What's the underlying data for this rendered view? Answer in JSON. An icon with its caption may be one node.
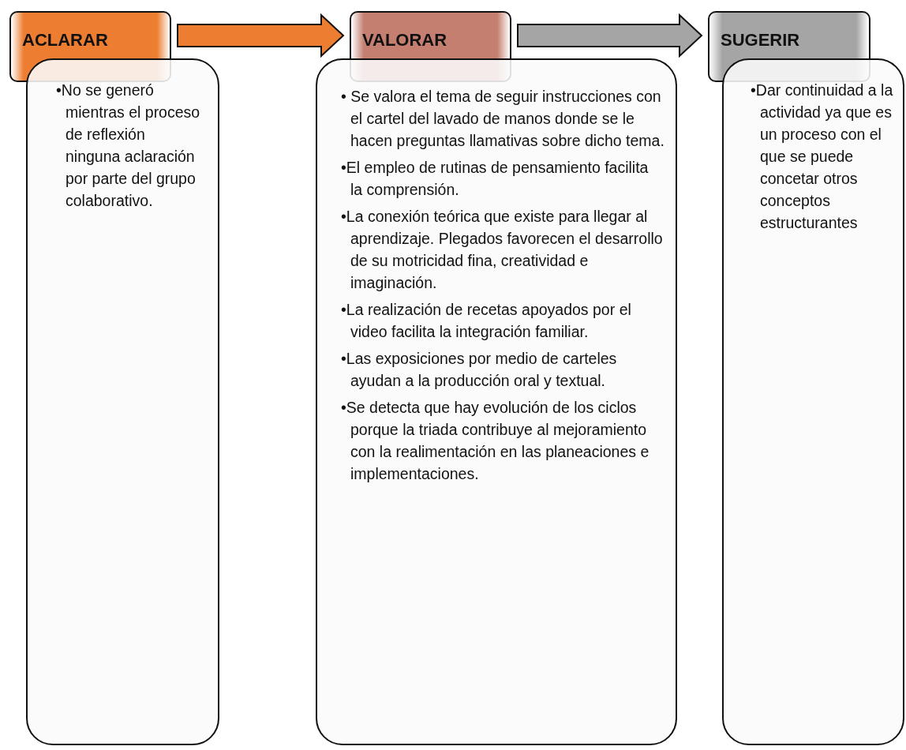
{
  "diagram": {
    "nodes": [
      {
        "text": [
          "ACLARAR"
        ]
      },
      {
        "text": [
          "•No se generó mientras el proceso de reflexión ninguna aclaración por parte del grupo colaborativo."
        ]
      },
      {
        "text": [
          "VALORAR"
        ]
      },
      {
        "text": [
          "• Se valora el tema de seguir instrucciones con el cartel del lavado de manos donde se le hacen preguntas llamativas sobre dicho tema.",
          "•El empleo de rutinas de pensamiento facilita la comprensión.",
          "•La conexión teórica que existe para llegar al aprendizaje. Plegados favorecen el desarrollo de su motricidad fina, creatividad e imaginación.",
          "•La realización de recetas apoyados por el video facilita la integración familiar.",
          "•Las exposiciones por medio de carteles ayudan a la producción oral y textual.",
          "•Se detecta que hay evolución de los ciclos porque la triada contribuye al mejoramiento con la realimentación en las planeaciones e implementaciones."
        ]
      },
      {
        "text": [
          "SUGERIR"
        ]
      },
      {
        "text": [
          "•Dar continuidad a la actividad ya que es un proceso con el que se puede concetar otros conceptos estructurantes"
        ]
      }
    ],
    "edges": [
      {
        "from": 0,
        "to": 2,
        "arrow": "to",
        "style": "thick",
        "color": "#ed7d31"
      },
      {
        "from": 2,
        "to": 4,
        "arrow": "to",
        "style": "thick",
        "color": "#a5a5a5"
      }
    ]
  }
}
